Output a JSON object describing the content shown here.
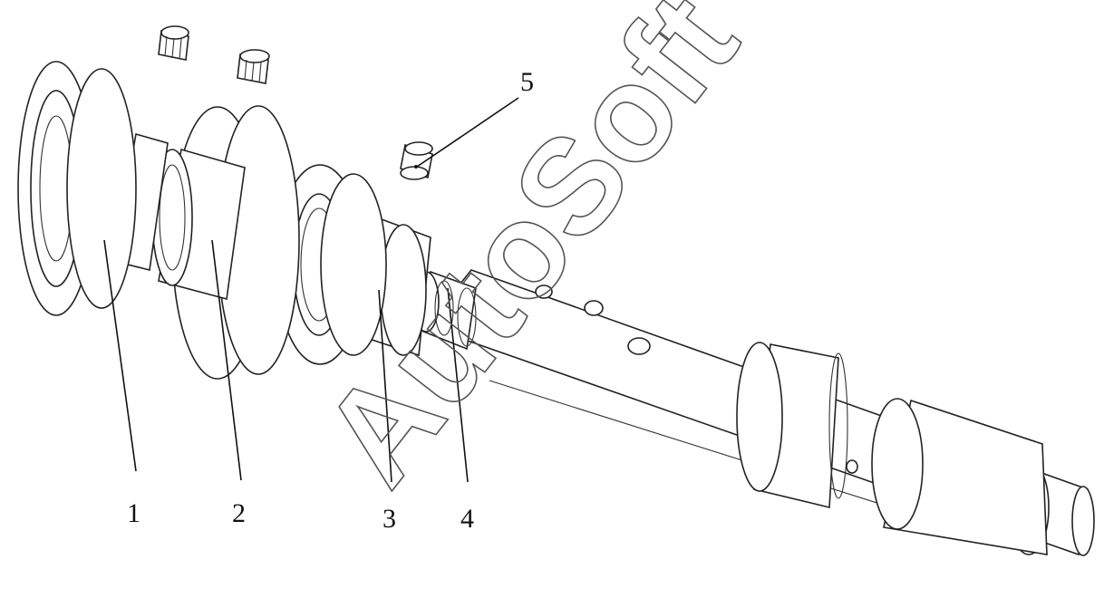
{
  "callouts": [
    {
      "id": "1",
      "label": "1"
    },
    {
      "id": "2",
      "label": "2"
    },
    {
      "id": "3",
      "label": "3"
    },
    {
      "id": "4",
      "label": "4"
    },
    {
      "id": "5",
      "label": "5"
    }
  ],
  "watermark": {
    "text": "AutoSoft"
  },
  "colors": {
    "line": "#222222",
    "background": "#ffffff"
  }
}
